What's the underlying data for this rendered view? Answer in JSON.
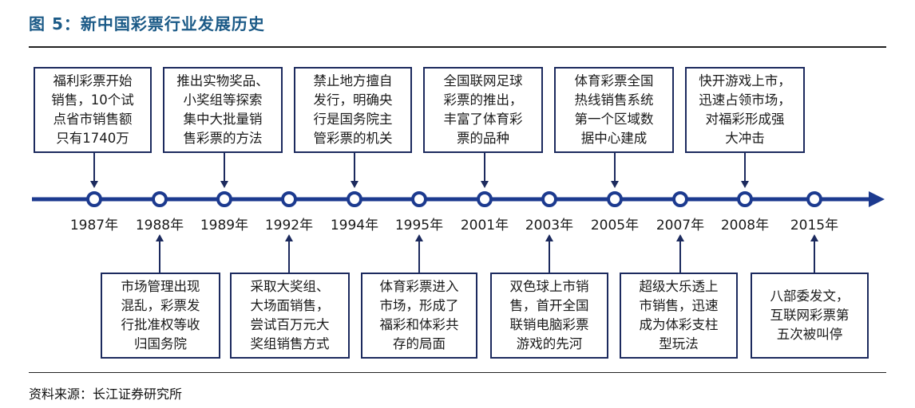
{
  "figure": {
    "title": "图 5：新中国彩票行业发展历史",
    "source": "资料来源：长江证券研究所"
  },
  "timeline": {
    "colors": {
      "line": "#1c3a8f",
      "box_border": "#1c2a5e",
      "title": "#1b5a87"
    },
    "years": [
      "1987年",
      "1988年",
      "1989年",
      "1992年",
      "1994年",
      "1995年",
      "2001年",
      "2003年",
      "2005年",
      "2007年",
      "2008年",
      "2015年"
    ],
    "top_events": [
      "福利彩票开始\n销售，10个试\n点省市销售额\n只有1740万",
      "推出实物奖品、\n小奖组等探索\n集中大批量销\n售彩票的方法",
      "禁止地方擅自\n发行，明确央\n行是国务院主\n管彩票的机关",
      "全国联网足球\n彩票的推出，\n丰富了体育彩\n票的品种",
      "体育彩票全国\n热线销售系统\n第一个区域数\n据中心建成",
      "快开游戏上市，\n迅速占领市场，\n对福彩形成强\n大冲击"
    ],
    "bottom_events": [
      "市场管理出现\n混乱，彩票发\n行批准权等收\n归国务院",
      "采取大奖组、\n大场面销售，\n尝试百万元大\n奖组销售方式",
      "体育彩票进入\n市场，形成了\n福彩和体彩共\n存的局面",
      "双色球上市销\n售，首开全国\n联销电脑彩票\n游戏的先河",
      "超级大乐透上\n市销售，迅速\n成为体彩支柱\n型玩法",
      "八部委发文，\n互联网彩票第\n五次被叫停"
    ]
  }
}
